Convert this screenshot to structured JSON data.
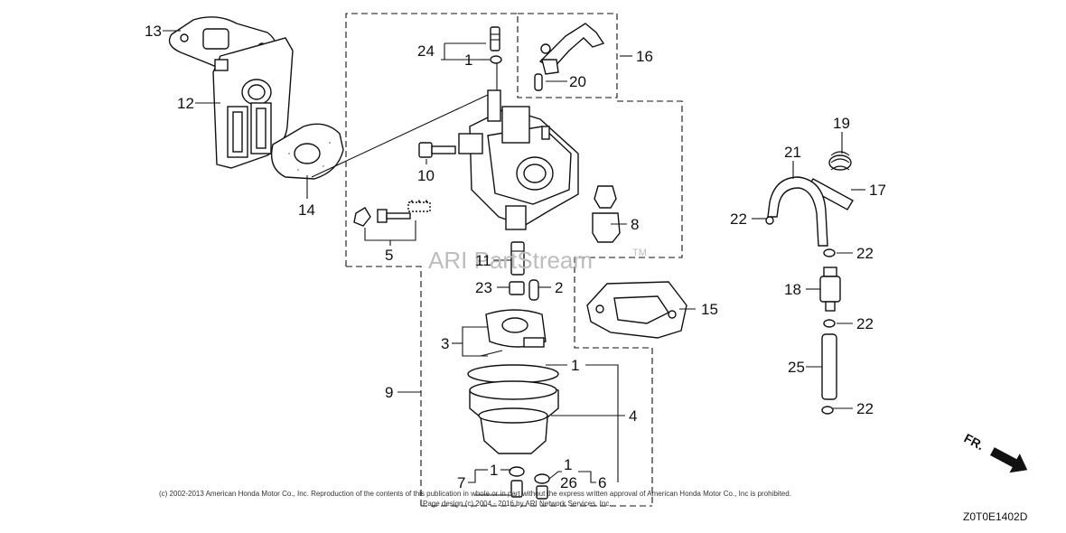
{
  "callouts": {
    "c1_top": "1",
    "c1_ring": "1",
    "c1_bolt": "1",
    "c1_plug": "1",
    "c2": "2",
    "c3": "3",
    "c4": "4",
    "c5": "5",
    "c6": "6",
    "c7": "7",
    "c8": "8",
    "c9": "9",
    "c10": "10",
    "c11": "11",
    "c12": "12",
    "c13": "13",
    "c14": "14",
    "c15": "15",
    "c16": "16",
    "c17": "17",
    "c18": "18",
    "c19": "19",
    "c20": "20",
    "c21": "21",
    "c22_a": "22",
    "c22_b": "22",
    "c22_c": "22",
    "c22_d": "22",
    "c23": "23",
    "c24": "24",
    "c25": "25",
    "c26": "26"
  },
  "watermark": {
    "text": "ARI PartStream",
    "tm": "TM"
  },
  "copyright": {
    "line1": "(c) 2002-2013 American Honda Motor Co., Inc. Reproduction of the contents of this publication in whole or in part without the express written approval of American Honda Motor Co., Inc is prohibited.",
    "line2": "Page design (c) 2004 - 2016 by ARI Network Services, Inc."
  },
  "diagram_code": "Z0T0E1402D",
  "direction_label": "FR."
}
